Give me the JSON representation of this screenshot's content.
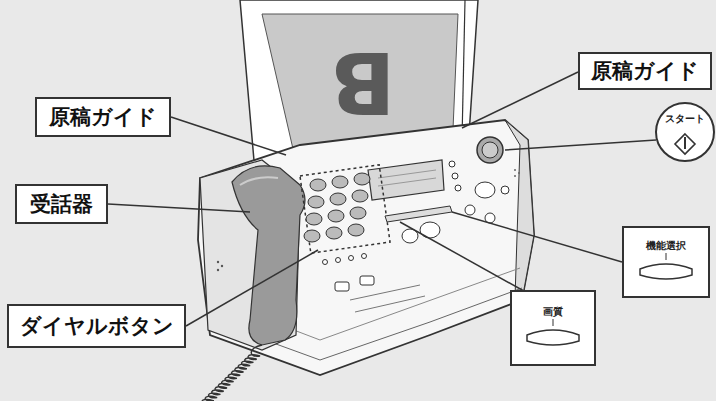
{
  "diagram": {
    "nodes": [
      {
        "text": [
          "原稿ガイド"
        ]
      },
      {
        "text": [
          "原稿ガイド"
        ]
      },
      {
        "text": [
          "スタート"
        ]
      },
      {
        "text": [
          "受話器"
        ]
      },
      {
        "text": [
          "機能選択"
        ]
      },
      {
        "text": [
          "画質"
        ]
      },
      {
        "text": [
          "ダイヤルボタン"
        ]
      }
    ],
    "labels": [
      "B"
    ]
  }
}
